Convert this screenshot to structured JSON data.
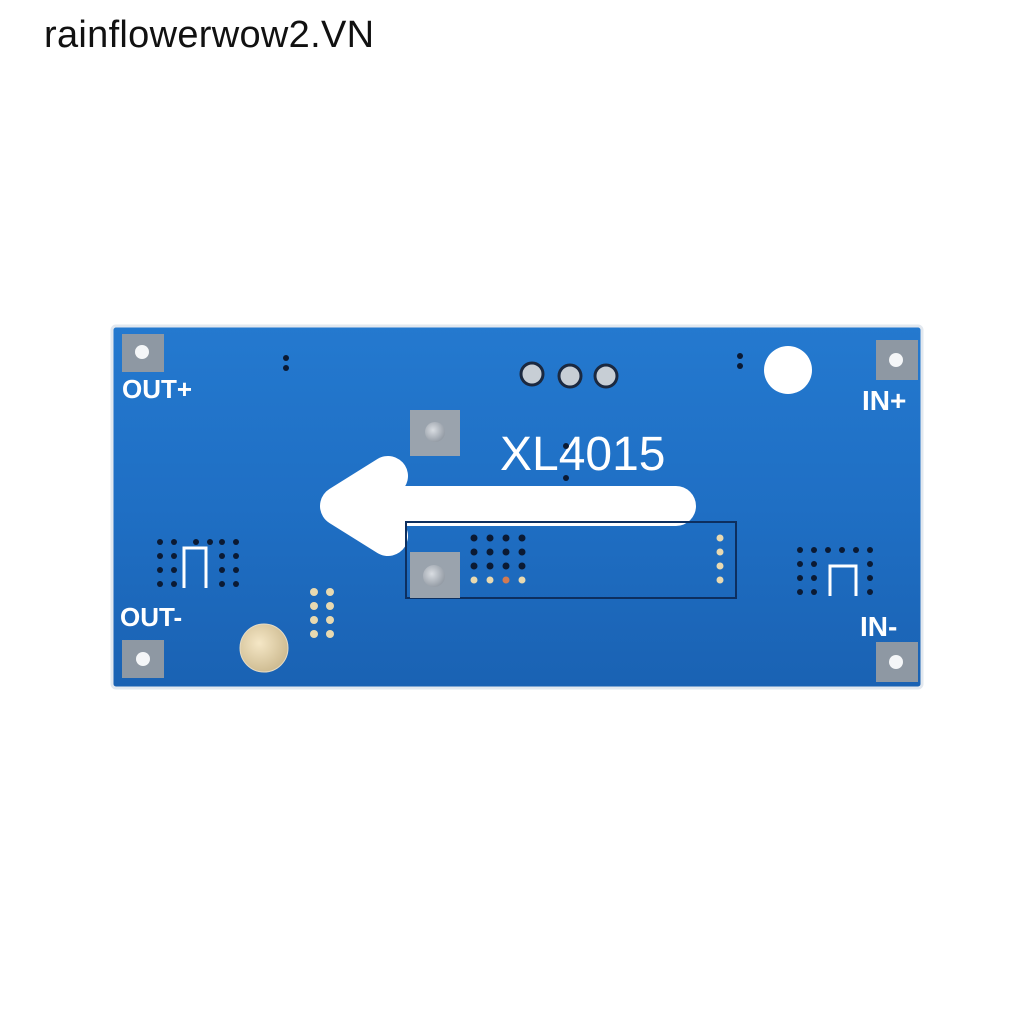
{
  "watermark": {
    "text": "rainflowerwow2.VN"
  },
  "board": {
    "chip_label": "XL4015",
    "pin_labels": {
      "out_plus": "OUT+",
      "out_minus": "OUT-",
      "in_plus": "IN+",
      "in_minus": "IN-"
    },
    "colors": {
      "pcb": "#1f6fc4",
      "pcb_edge": "#165aa6",
      "silkscreen": "#ffffff",
      "pad": "#9aa3ad",
      "via": "#0b1a33"
    },
    "icons": {
      "arrow": "left-arrow-icon"
    }
  }
}
